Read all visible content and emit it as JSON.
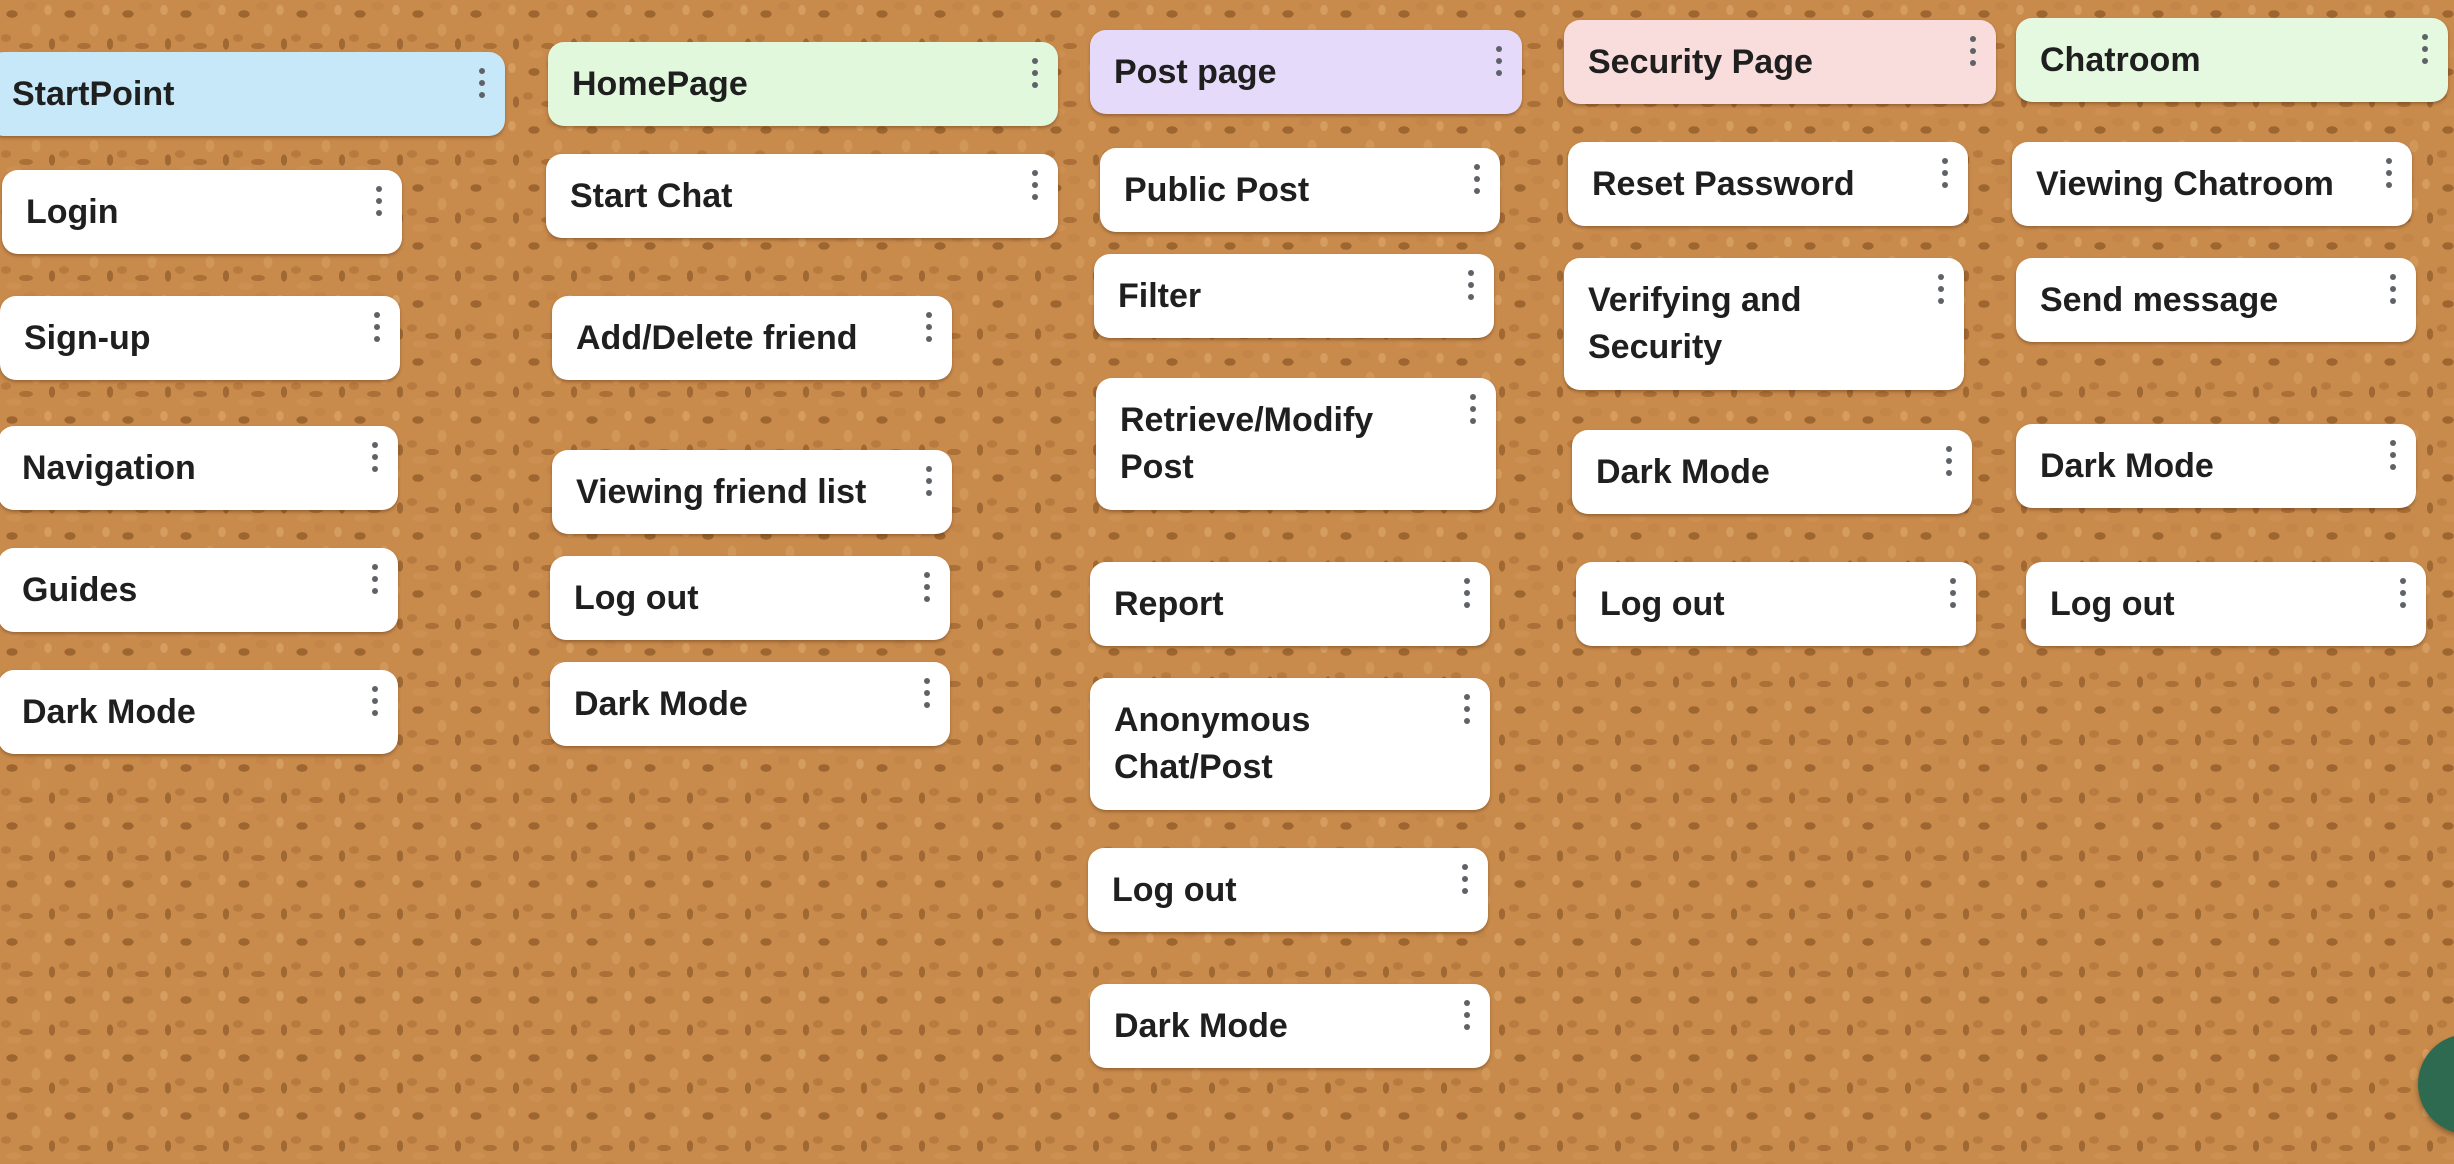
{
  "colors": {
    "startpoint": "#c7e8f8",
    "homepage": "#e1f8dc",
    "postpage": "#e6dafa",
    "securitypage": "#f9dcdc",
    "chatroom": "#e4f9e0",
    "card": "#ffffff",
    "board": "#c98b4c",
    "fab": "#2d6a4f"
  },
  "columns": [
    {
      "header": "StartPoint",
      "items": [
        "Login",
        "Sign-up",
        "Navigation",
        "Guides",
        "Dark Mode"
      ]
    },
    {
      "header": "HomePage",
      "items": [
        "Start Chat",
        "Add/Delete friend",
        "Viewing friend list",
        "Log out",
        "Dark Mode"
      ]
    },
    {
      "header": "Post page",
      "items": [
        "Public Post",
        "Filter",
        "Retrieve/Modify Post",
        "Report",
        "Anonymous Chat/Post",
        "Log out",
        "Dark Mode"
      ]
    },
    {
      "header": "Security Page",
      "items": [
        "Reset Password",
        "Verifying and Security",
        "Dark Mode",
        "Log out"
      ]
    },
    {
      "header": "Chatroom",
      "items": [
        "Viewing Chatroom",
        "Send message",
        "Dark Mode",
        "Log out"
      ]
    }
  ]
}
